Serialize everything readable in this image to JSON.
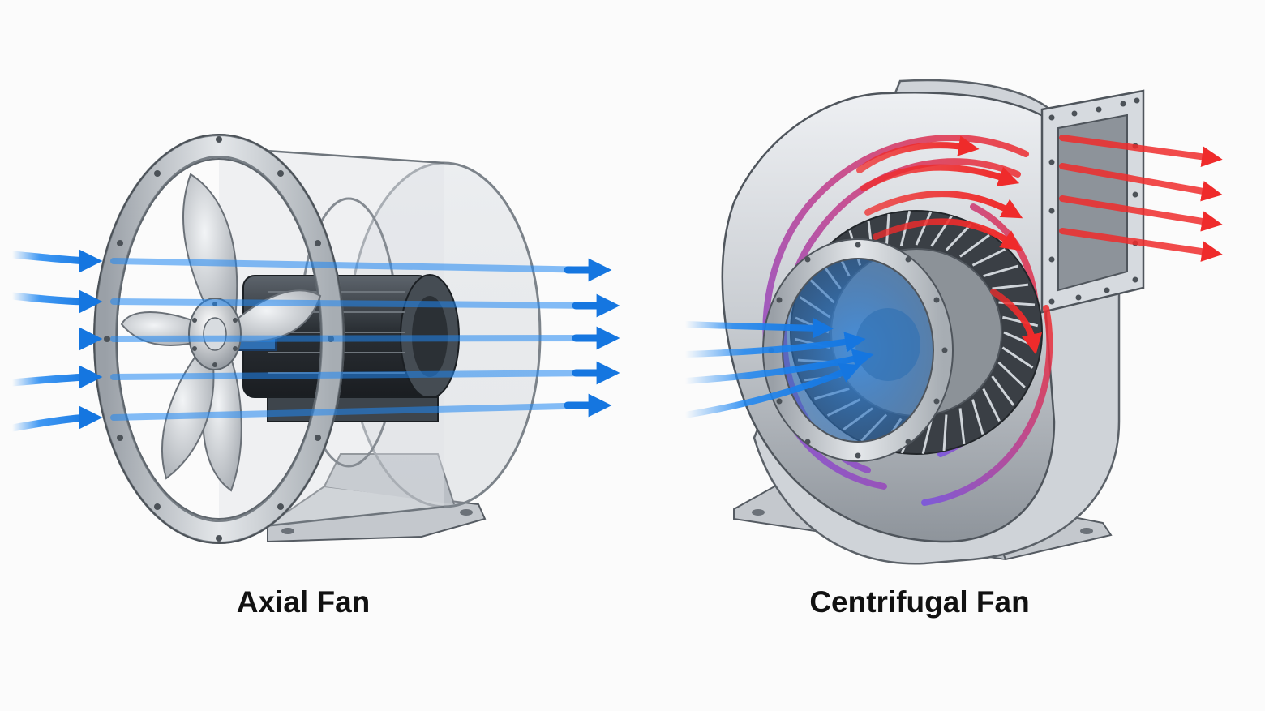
{
  "axial": {
    "label": "Axial Fan",
    "blade_count": 5,
    "airflow_color": "#1f87f2"
  },
  "centrifugal": {
    "label": "Centrifugal Fan",
    "impeller_blade_count": 36,
    "inlet_color": "#1f87f2",
    "discharge_color": "#ef2b2b",
    "swirl_gradient": [
      "#7a4fe0",
      "#ef2b2b"
    ]
  },
  "colors": {
    "background": "#fbfbfb",
    "metal_light": "#e3e6ea",
    "metal_mid": "#b7bcc2",
    "metal_dark": "#5b6068",
    "motor": "#2c3136"
  }
}
